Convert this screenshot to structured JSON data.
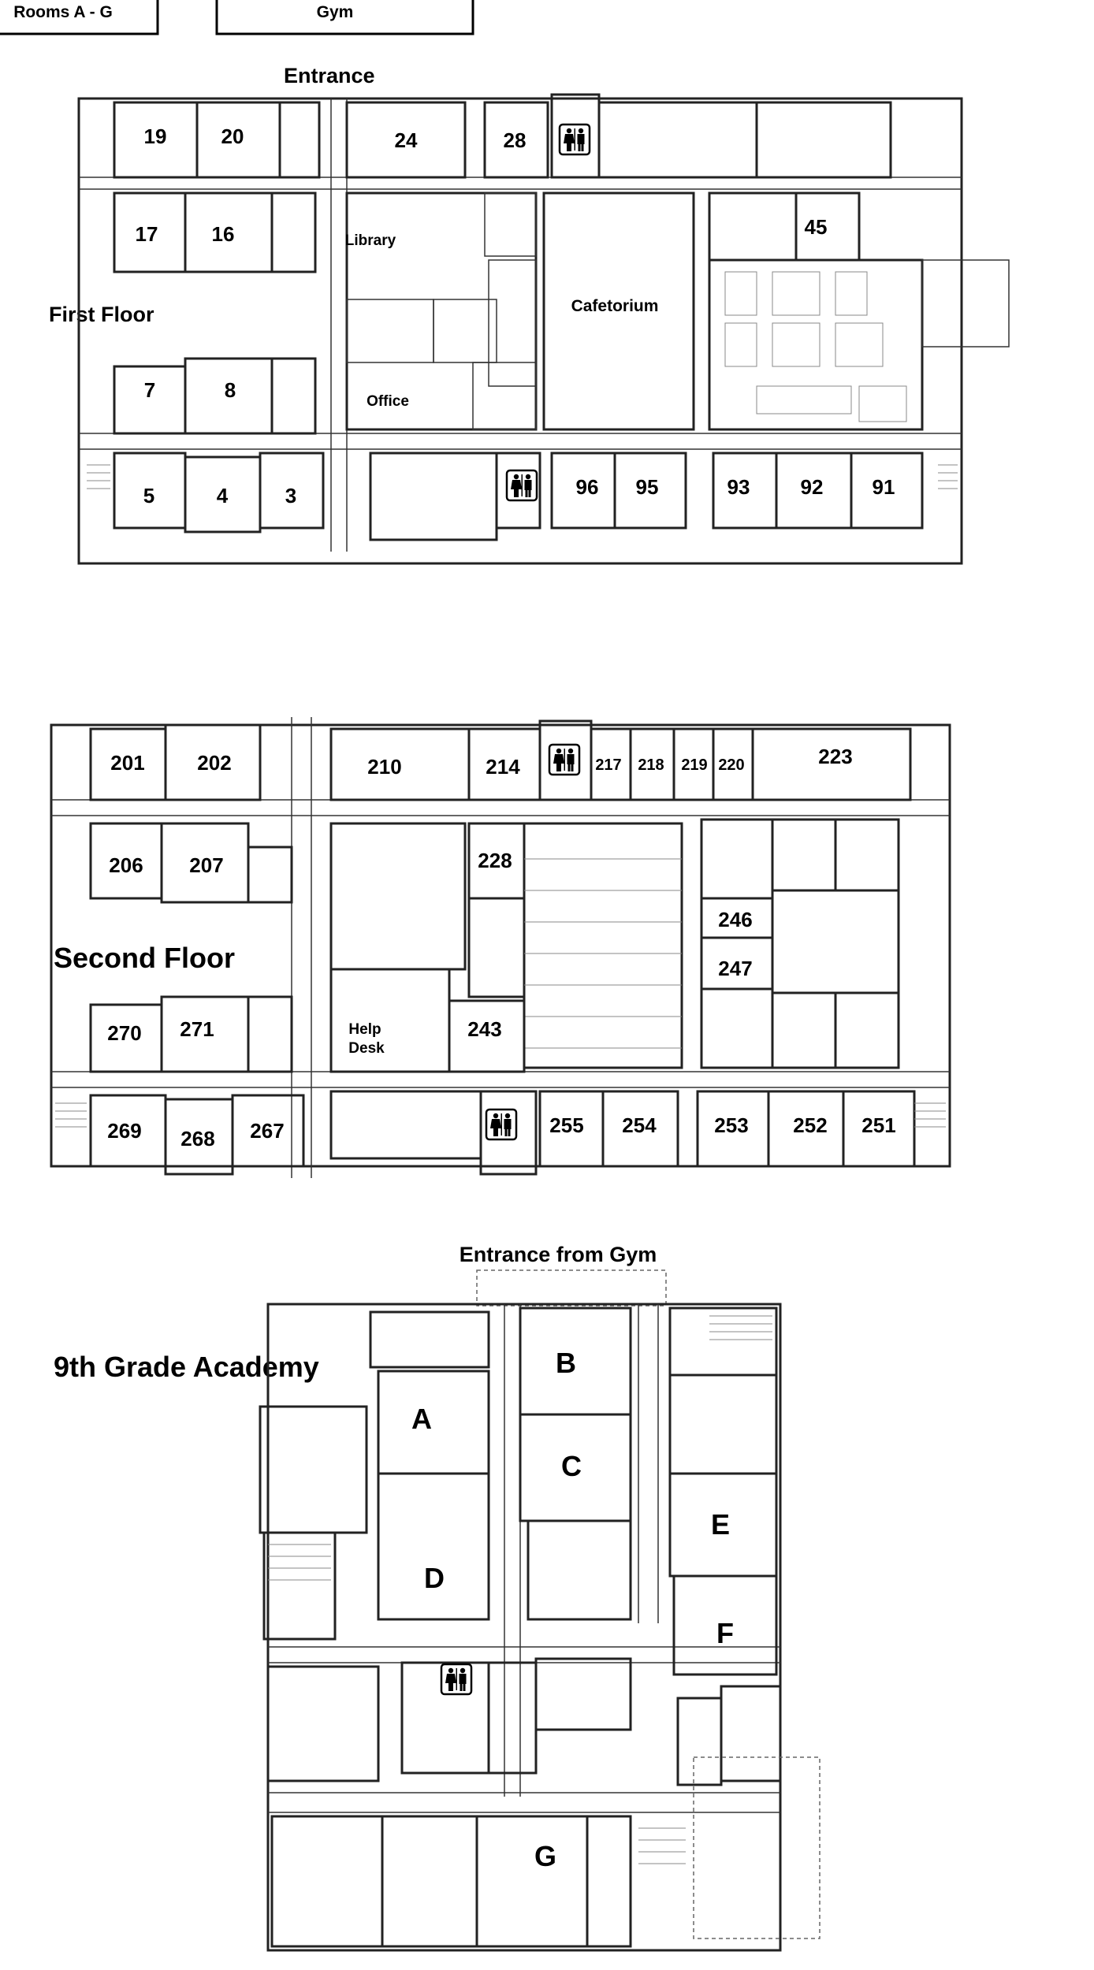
{
  "top_tabs": {
    "rooms_a_g": "Rooms A - G",
    "gym": "Gym"
  },
  "first_floor": {
    "title": "First Floor",
    "entrance": "Entrance",
    "library": "Library",
    "cafetorium": "Cafetorium",
    "office": "Office",
    "rooms": [
      "19",
      "20",
      "24",
      "28",
      "17",
      "16",
      "45",
      "7",
      "8",
      "5",
      "4",
      "3",
      "96",
      "95",
      "93",
      "92",
      "91"
    ]
  },
  "second_floor": {
    "title": "Second Floor",
    "help_desk": [
      "Help",
      "Desk"
    ],
    "rooms": [
      "201",
      "202",
      "210",
      "214",
      "217",
      "218",
      "219",
      "220",
      "223",
      "206",
      "207",
      "228",
      "246",
      "247",
      "270",
      "271",
      "243",
      "269",
      "268",
      "267",
      "255",
      "254",
      "253",
      "252",
      "251"
    ]
  },
  "academy": {
    "title": "9th Grade Academy",
    "entrance": "Entrance from Gym",
    "rooms": [
      "B",
      "A",
      "C",
      "E",
      "D",
      "F",
      "G"
    ]
  },
  "icons": [
    "restroom-icon"
  ]
}
